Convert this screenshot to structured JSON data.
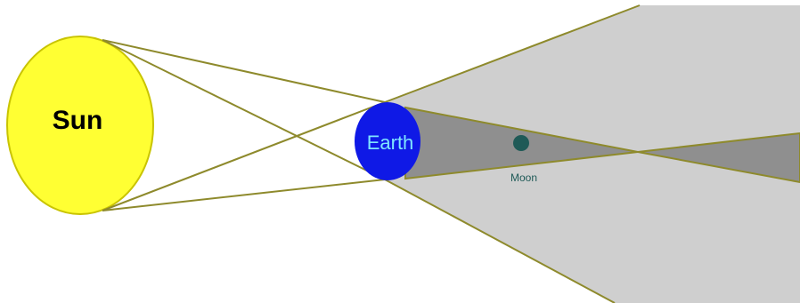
{
  "diagram": {
    "sun": {
      "label": "Sun",
      "fill": "#ffff33",
      "stroke": "#c9c400"
    },
    "earth": {
      "label": "Earth",
      "fill": "#0f19e6",
      "label_color": "#7fe6ff"
    },
    "moon": {
      "label": "Moon",
      "fill": "#1f5a57"
    },
    "colors": {
      "background": "#ffffff",
      "penumbra": "#cfcfcf",
      "umbra": "#8f8f8f",
      "ray_lines": "#8e8a2c"
    }
  }
}
